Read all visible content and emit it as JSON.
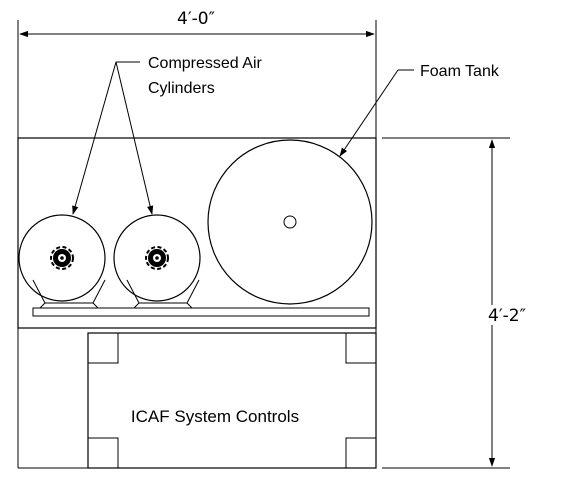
{
  "dimensions": {
    "width_label": "4′-0″",
    "height_label": "4′-2″"
  },
  "callouts": {
    "cylinders_line1": "Compressed Air",
    "cylinders_line2": "Cylinders",
    "foam_tank": "Foam Tank"
  },
  "controls": {
    "label": "ICAF System Controls"
  },
  "icons": {
    "cylinder_valve": "valve-icon"
  }
}
